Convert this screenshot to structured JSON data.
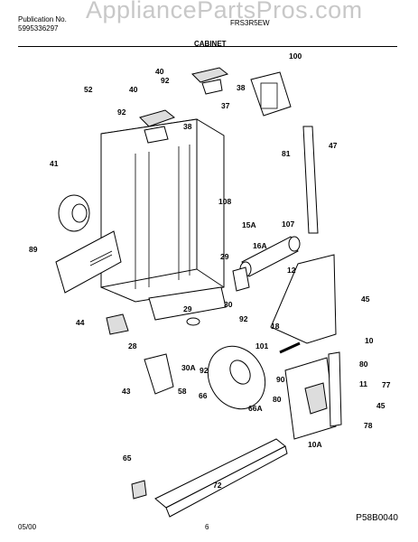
{
  "header": {
    "publication_label": "Publication No.",
    "publication_number": "5995336297",
    "model": "FRS3R5EW",
    "section": "CABINET",
    "watermark": "AppliancePartsPros.com"
  },
  "footer": {
    "date": "05/00",
    "page": "6",
    "diagram_code": "P58B0040"
  },
  "callouts": [
    "40",
    "92",
    "38",
    "100",
    "52",
    "40",
    "37",
    "92",
    "38",
    "81",
    "47",
    "41",
    "108",
    "15A",
    "107",
    "16A",
    "89",
    "29",
    "12",
    "30",
    "45",
    "92",
    "18",
    "29",
    "44",
    "101",
    "10",
    "28",
    "30A",
    "92",
    "90",
    "80",
    "11",
    "77",
    "43",
    "58",
    "66",
    "80",
    "45",
    "66A",
    "78",
    "10A",
    "65",
    "72"
  ]
}
